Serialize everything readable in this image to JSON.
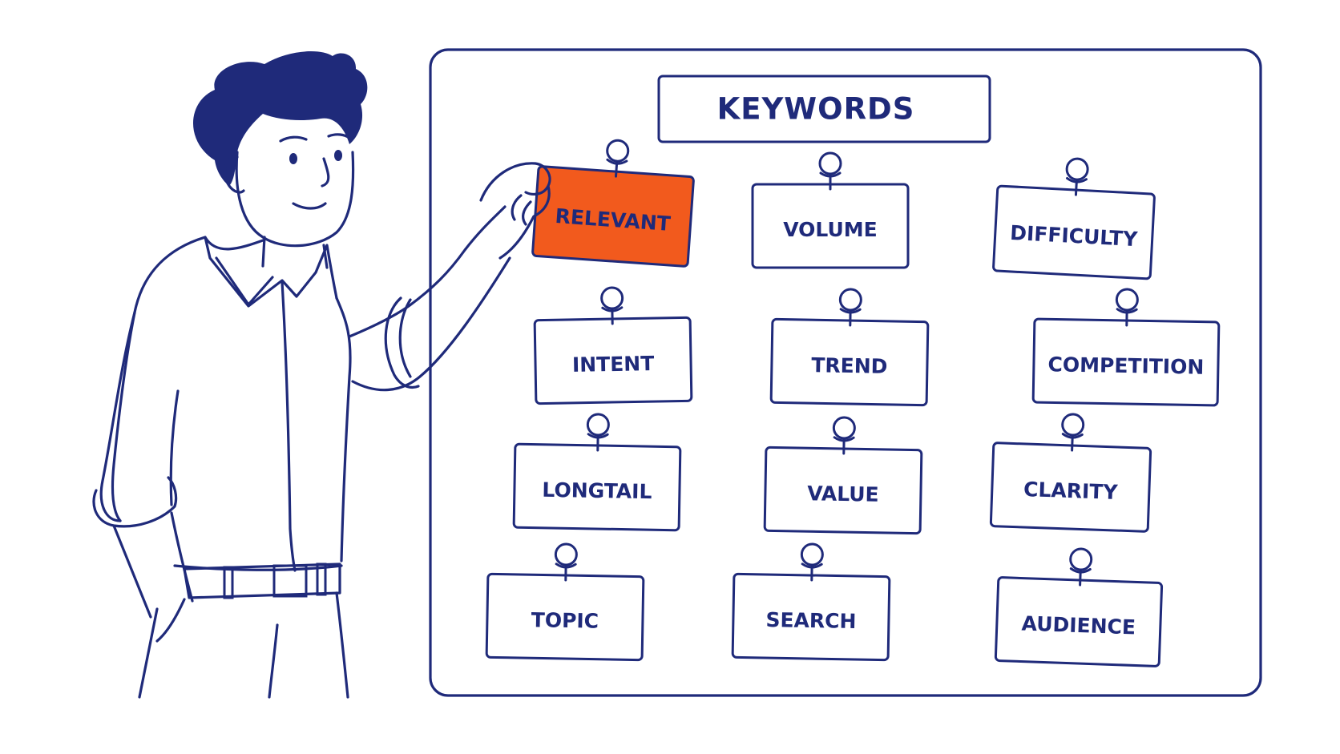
{
  "board": {
    "title": "KEYWORDS"
  },
  "cards": [
    {
      "label": "RELEVANT",
      "highlighted": true
    },
    {
      "label": "VOLUME",
      "highlighted": false
    },
    {
      "label": "DIFFICULTY",
      "highlighted": false
    },
    {
      "label": "INTENT",
      "highlighted": false
    },
    {
      "label": "TREND",
      "highlighted": false
    },
    {
      "label": "COMPETITION",
      "highlighted": false
    },
    {
      "label": "LONGTAIL",
      "highlighted": false
    },
    {
      "label": "VALUE",
      "highlighted": false
    },
    {
      "label": "CLARITY",
      "highlighted": false
    },
    {
      "label": "TOPIC",
      "highlighted": false
    },
    {
      "label": "SEARCH",
      "highlighted": false
    },
    {
      "label": "AUDIENCE",
      "highlighted": false
    }
  ],
  "colors": {
    "ink": "#1f2a7a",
    "highlight": "#f25a1d",
    "background": "#ffffff"
  },
  "icons": {
    "pin": "push-pin-icon"
  }
}
